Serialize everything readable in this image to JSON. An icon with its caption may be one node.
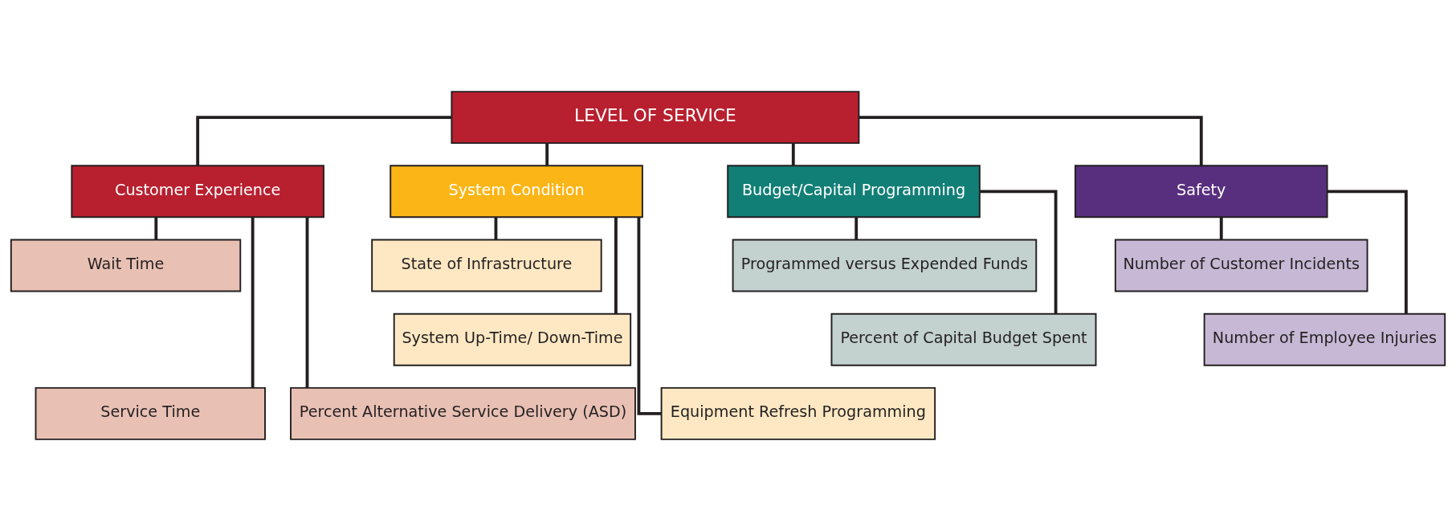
{
  "diagram": {
    "nodes": [
      {
        "text": [
          "LEVEL OF SERVICE"
        ]
      },
      {
        "text": [
          "Customer Experience"
        ]
      },
      {
        "text": [
          "System Condition"
        ]
      },
      {
        "text": [
          "Budget/Capital Programming"
        ]
      },
      {
        "text": [
          "Safety"
        ]
      },
      {
        "text": [
          "Wait Time"
        ]
      },
      {
        "text": [
          "Service Time"
        ]
      },
      {
        "text": [
          "Percent Alternative Service Delivery (ASD)"
        ]
      },
      {
        "text": [
          "State of Infrastructure"
        ]
      },
      {
        "text": [
          "System Up-Time/ Down-Time"
        ]
      },
      {
        "text": [
          "Equipment Refresh Programming"
        ]
      },
      {
        "text": [
          "Programmed versus Expended Funds"
        ]
      },
      {
        "text": [
          "Percent of Capital Budget Spent"
        ]
      },
      {
        "text": [
          "Number of Customer Incidents"
        ]
      },
      {
        "text": [
          "Number of Employee Injuries"
        ]
      }
    ],
    "edges": [
      {
        "from": 0,
        "to": 1,
        "arrow": "none"
      },
      {
        "from": 0,
        "to": 2,
        "arrow": "none"
      },
      {
        "from": 0,
        "to": 3,
        "arrow": "none"
      },
      {
        "from": 0,
        "to": 4,
        "arrow": "none"
      },
      {
        "from": 1,
        "to": 5,
        "arrow": "none"
      },
      {
        "from": 1,
        "to": 6,
        "arrow": "none"
      },
      {
        "from": 1,
        "to": 7,
        "arrow": "none"
      },
      {
        "from": 2,
        "to": 8,
        "arrow": "none"
      },
      {
        "from": 2,
        "to": 9,
        "arrow": "none"
      },
      {
        "from": 2,
        "to": 10,
        "arrow": "none"
      },
      {
        "from": 3,
        "to": 11,
        "arrow": "none"
      },
      {
        "from": 3,
        "to": 12,
        "arrow": "none"
      },
      {
        "from": 4,
        "to": 13,
        "arrow": "none"
      },
      {
        "from": 4,
        "to": 14,
        "arrow": "none"
      }
    ]
  }
}
